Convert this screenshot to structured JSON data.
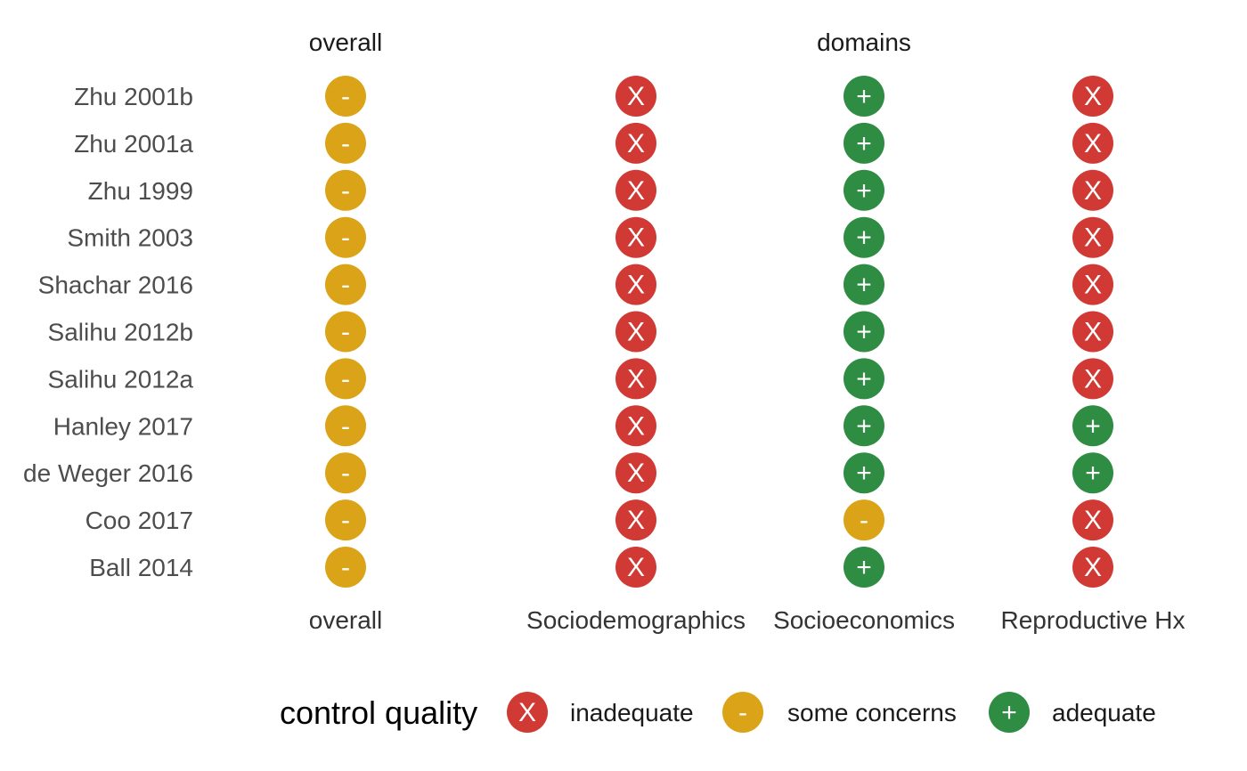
{
  "chart_data": {
    "type": "table",
    "facets": [
      "overall",
      "domains"
    ],
    "columns": [
      "overall",
      "Sociodemographics",
      "Socioeconomics",
      "Reproductive Hx"
    ],
    "column_facets": [
      "overall",
      "domains",
      "domains",
      "domains"
    ],
    "studies": [
      "Zhu 2001b",
      "Zhu 2001a",
      "Zhu 1999",
      "Smith 2003",
      "Shachar 2016",
      "Salihu 2012b",
      "Salihu 2012a",
      "Hanley 2017",
      "de Weger 2016",
      "Coo 2017",
      "Ball 2014"
    ],
    "ratings": [
      [
        "-",
        "X",
        "+",
        "X"
      ],
      [
        "-",
        "X",
        "+",
        "X"
      ],
      [
        "-",
        "X",
        "+",
        "X"
      ],
      [
        "-",
        "X",
        "+",
        "X"
      ],
      [
        "-",
        "X",
        "+",
        "X"
      ],
      [
        "-",
        "X",
        "+",
        "X"
      ],
      [
        "-",
        "X",
        "+",
        "X"
      ],
      [
        "-",
        "X",
        "+",
        "+"
      ],
      [
        "-",
        "X",
        "+",
        "+"
      ],
      [
        "-",
        "X",
        "-",
        "X"
      ],
      [
        "-",
        "X",
        "+",
        "X"
      ]
    ],
    "legend": {
      "title": "control quality",
      "items": [
        {
          "symbol": "X",
          "label": "inadequate",
          "color": "#d13a34"
        },
        {
          "symbol": "-",
          "label": "some concerns",
          "color": "#dba418"
        },
        {
          "symbol": "+",
          "label": "adequate",
          "color": "#2f8c43"
        }
      ]
    },
    "colors": {
      "X": "#d13a34",
      "-": "#dba418",
      "+": "#2f8c43"
    }
  }
}
